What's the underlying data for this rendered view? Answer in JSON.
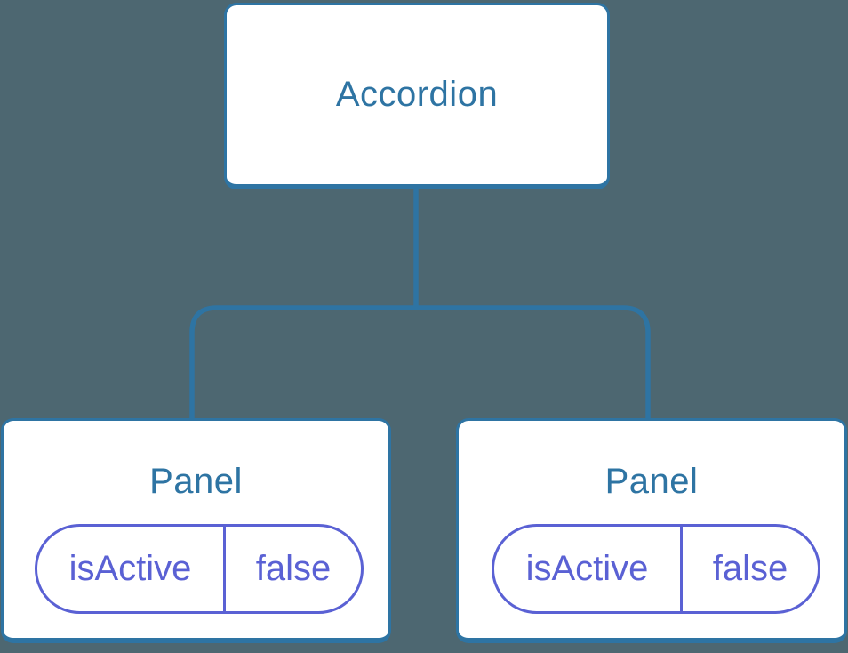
{
  "colors": {
    "background": "#4d6771",
    "line": "#2e74a3",
    "node_fill": "#ffffff",
    "node_text": "#2e74a3",
    "pill": "#5a61d4"
  },
  "tree": {
    "root": {
      "label": "Accordion"
    },
    "children": [
      {
        "label": "Panel",
        "prop": {
          "name": "isActive",
          "value": "false"
        }
      },
      {
        "label": "Panel",
        "prop": {
          "name": "isActive",
          "value": "false"
        }
      }
    ]
  }
}
